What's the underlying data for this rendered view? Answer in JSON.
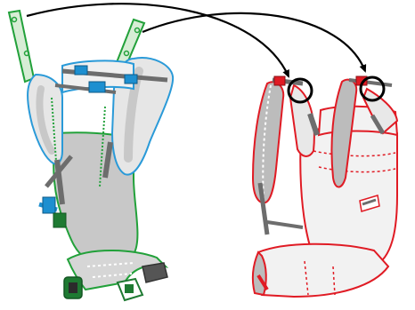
{
  "diagram": {
    "colors": {
      "left_outline": "#22a13a",
      "left_padding": "#2a9ad8",
      "left_fill": "#c8c8c8",
      "left_light": "#ececec",
      "webbing": "#6d6d6d",
      "buckle_blue": "#1d8fd0",
      "buckle_green": "#1e7a32",
      "right_outline": "#e01b24",
      "right_fill": "#bcbcbc",
      "right_light": "#f2f2f2",
      "arrow": "#000000",
      "highlight_circle": "#000000"
    },
    "panels": [
      {
        "id": "left",
        "description_icon": "baby-carrier-exploded-icon"
      },
      {
        "id": "right",
        "description_icon": "baby-carrier-assembled-icon"
      }
    ],
    "connectors": [
      {
        "from": "left-strap-end-left",
        "to": "right-shoulder-left"
      },
      {
        "from": "left-strap-end-right",
        "to": "right-shoulder-right"
      }
    ]
  }
}
